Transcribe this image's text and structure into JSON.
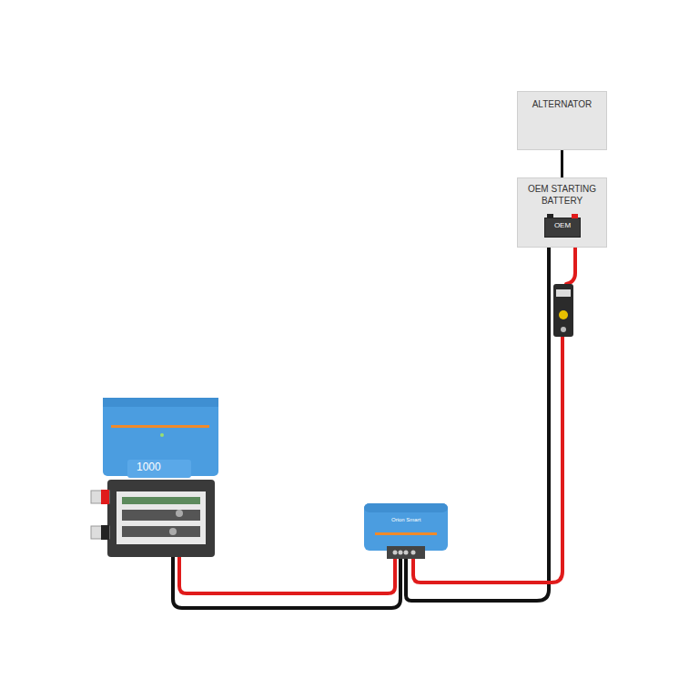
{
  "diagram": {
    "nodes": [
      {
        "text": [
          "ALTERNATOR"
        ]
      },
      {
        "text": [
          "OEM STARTING BATTERY"
        ]
      },
      {
        "text": [
          "OEM"
        ],
        "in": 1
      }
    ],
    "edges": [
      {
        "from": 0,
        "to": 1,
        "arrow": "none"
      }
    ],
    "labels": [
      "1000",
      "Orion Smart"
    ]
  }
}
